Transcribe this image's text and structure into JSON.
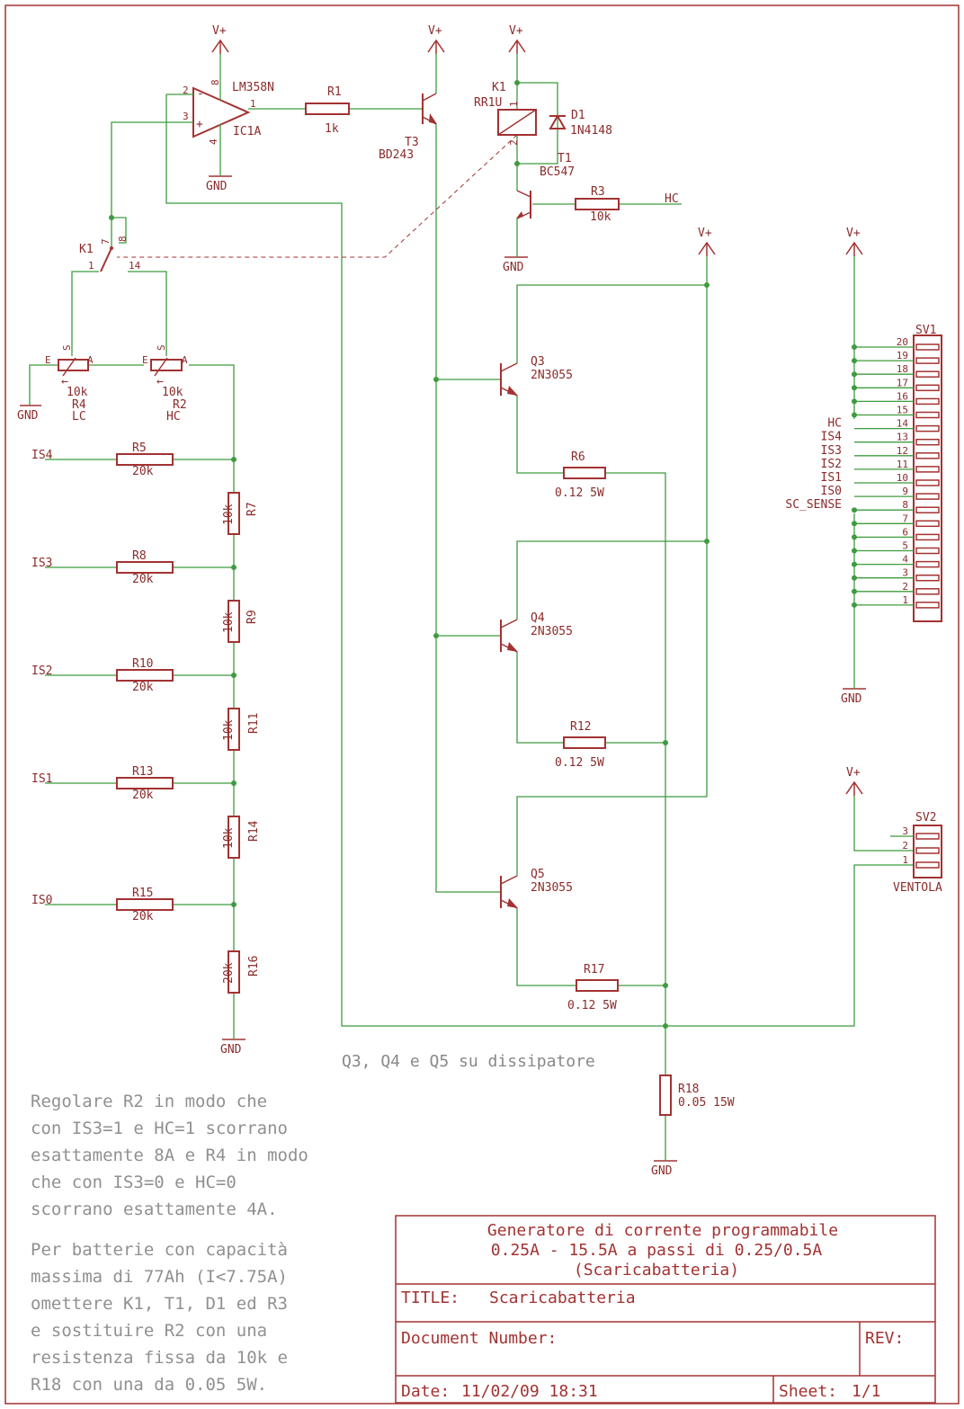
{
  "power": {
    "vplus": "V+",
    "gnd": "GND"
  },
  "opamp": {
    "name": "LM358N",
    "ref": "IC1A",
    "pin_minus": "2",
    "pin_plus": "3",
    "pin_out": "1",
    "pin_vcc": "8",
    "pin_gnd": "4",
    "minus": "-",
    "plus": "+"
  },
  "r1": {
    "ref": "R1",
    "value": "1k"
  },
  "t3": {
    "ref": "T3",
    "value": "BD243"
  },
  "k1_coil": {
    "ref": "K1",
    "value": "RR1U",
    "pin1": "1",
    "pin2": "2"
  },
  "d1": {
    "ref": "D1",
    "value": "1N4148"
  },
  "t1": {
    "ref": "T1",
    "value": "BC547"
  },
  "r3": {
    "ref": "R3",
    "value": "10k",
    "net": "HC"
  },
  "k1_switch": {
    "ref": "K1",
    "pin1": "1",
    "pin7": "7",
    "pin8": "8",
    "pin14": "14"
  },
  "r4": {
    "ref": "R4",
    "value": "10k",
    "label": "LC",
    "pin_e": "E",
    "pin_a": "A",
    "pin_s": "S"
  },
  "r2": {
    "ref": "R2",
    "value": "10k",
    "label": "HC",
    "pin_e": "E",
    "pin_a": "A",
    "pin_s": "S"
  },
  "ladder": [
    {
      "net": "IS4",
      "ref": "R5",
      "value": "20k"
    },
    {
      "net": "IS3",
      "ref": "R8",
      "value": "20k"
    },
    {
      "net": "IS2",
      "ref": "R10",
      "value": "20k"
    },
    {
      "net": "IS1",
      "ref": "R13",
      "value": "20k"
    },
    {
      "net": "IS0",
      "ref": "R15",
      "value": "20k"
    }
  ],
  "ladder_series": [
    {
      "ref": "R7",
      "value": "10k"
    },
    {
      "ref": "R9",
      "value": "10k"
    },
    {
      "ref": "R11",
      "value": "10k"
    },
    {
      "ref": "R14",
      "value": "10k"
    },
    {
      "ref": "R16",
      "value": "20k"
    }
  ],
  "power_stages": [
    {
      "q_ref": "Q3",
      "q_value": "2N3055",
      "r_ref": "R6",
      "r_value": "0.12 5W"
    },
    {
      "q_ref": "Q4",
      "q_value": "2N3055",
      "r_ref": "R12",
      "r_value": "0.12 5W"
    },
    {
      "q_ref": "Q5",
      "q_value": "2N3055",
      "r_ref": "R17",
      "r_value": "0.12 5W"
    }
  ],
  "heatsink_note": "Q3, Q4 e Q5 su dissipatore",
  "r18": {
    "ref": "R18",
    "value": "0.05 15W"
  },
  "sv1": {
    "ref": "SV1",
    "pins": [
      "20",
      "19",
      "18",
      "17",
      "16",
      "15",
      "14",
      "13",
      "12",
      "11",
      "10",
      "9",
      "8",
      "7",
      "6",
      "5",
      "4",
      "3",
      "2",
      "1"
    ],
    "nets": {
      "14": "HC",
      "13": "IS4",
      "12": "IS3",
      "11": "IS2",
      "10": "IS1",
      "9": "IS0",
      "8": "SC_SENSE"
    }
  },
  "sv2": {
    "ref": "SV2",
    "pins": [
      "3",
      "2",
      "1"
    ],
    "label": "VENTOLA"
  },
  "notes": {
    "para1": [
      "Regolare R2 in modo che",
      "con IS3=1 e HC=1 scorrano",
      "esattamente 8A e R4 in modo",
      "che con IS3=0 e HC=0",
      "scorrano esattamente 4A."
    ],
    "para2": [
      "Per batterie con capacità",
      "massima di 77Ah (I<7.75A)",
      "omettere K1, T1, D1 ed R3",
      "e sostituire R2 con una",
      "resistenza fissa da 10k e",
      "R18 con una da 0.05 5W."
    ]
  },
  "title_block": {
    "heading": [
      "Generatore di corrente programmabile",
      "0.25A - 15.5A a passi di 0.25/0.5A",
      "(Scaricabatteria)"
    ],
    "title_label": "TITLE:",
    "title_value": "Scaricabatteria",
    "docnum_label": "Document Number:",
    "rev_label": "REV:",
    "date_label": "Date:",
    "date_value": "11/02/09 18:31",
    "sheet_label": "Sheet:",
    "sheet_value": "1/1"
  }
}
